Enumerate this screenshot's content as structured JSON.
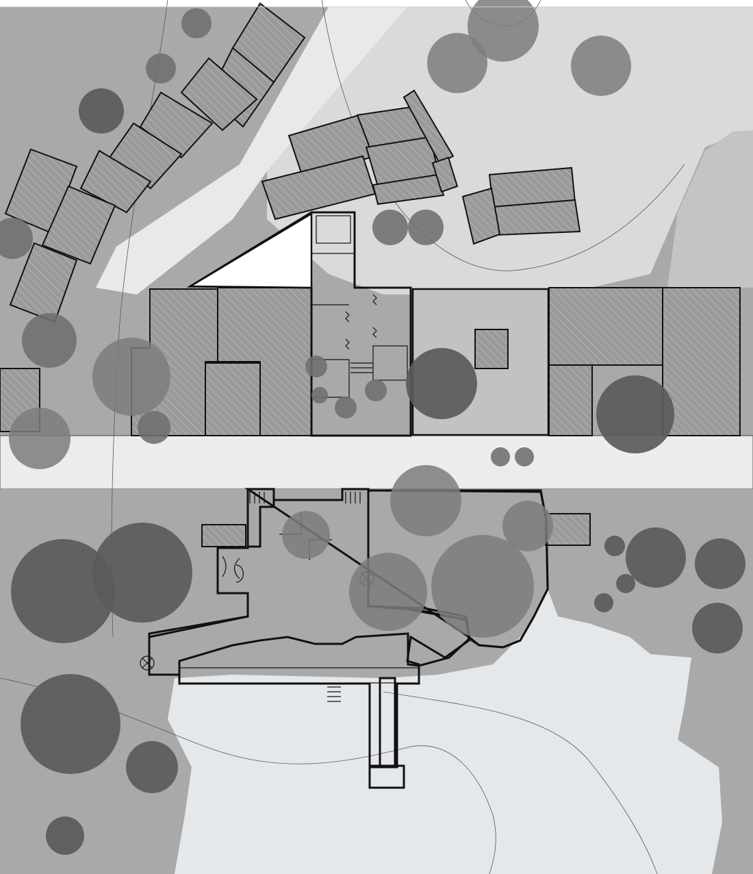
{
  "colors": {
    "background": "#ffffff",
    "terrain_dark": "#a8a8a8",
    "terrain_mid": "#bdbdbd",
    "terrain_light": "#d4d4d4",
    "road": "#eaeaea",
    "water": "#e6e9ec",
    "building_hatch": "#9a9a9a",
    "building_floor": "#ffffff",
    "tree_dark": "#5b5b5b",
    "tree_light": "#7d7d7d",
    "wall": "#111111"
  },
  "legend": {
    "hatched_fill": "neighbouring-building",
    "white_fill": "project-building-plan",
    "circles": "tree-canopy",
    "pale_area": "lake"
  }
}
